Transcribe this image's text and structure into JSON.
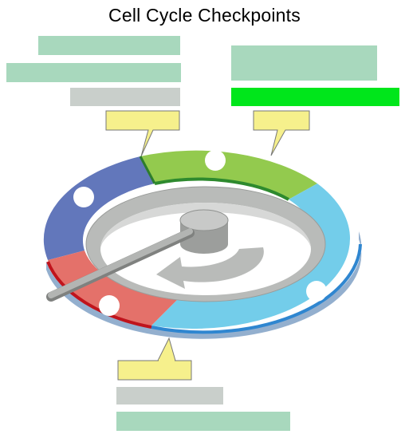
{
  "title": "Cell Cycle Checkpoints",
  "colors": {
    "label_green": "#a8d8bd",
    "label_gray": "#c9cfcb",
    "label_bright_green": "#00e61b",
    "callout_yellow": "#f6f08c",
    "phase_blue": "#6277bb",
    "phase_green": "#93ca4e",
    "phase_cyan": "#73cdea",
    "phase_red": "#e4716a",
    "dial_gray": "#b9bbb9",
    "hand_gray": "#a9aaa8"
  },
  "icons": {
    "checkpoint_markers": [
      "circle-marker",
      "circle-marker",
      "circle-marker",
      "circle-marker"
    ],
    "direction_arrow": "curved-arrow-icon"
  }
}
